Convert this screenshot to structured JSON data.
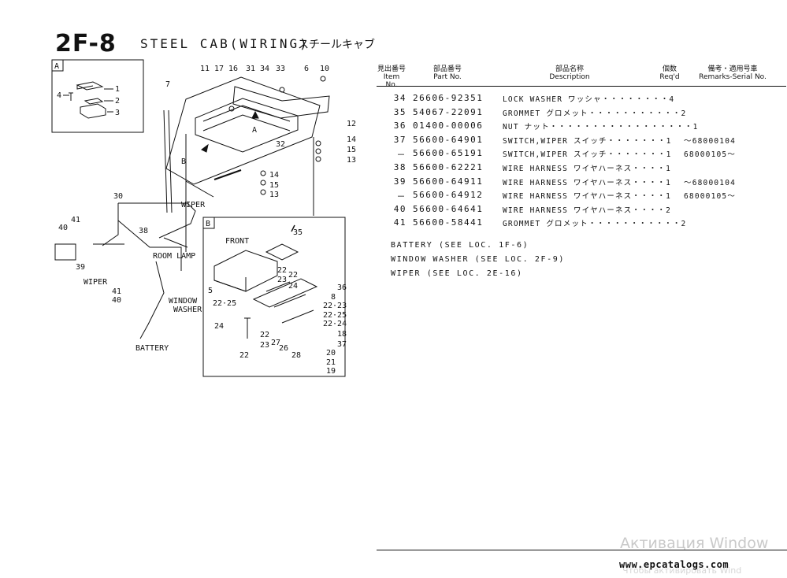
{
  "page": {
    "code": "2F-8",
    "title": "STEEL CAB(WIRING)",
    "title_jp": "スチールキャブ"
  },
  "table": {
    "headers": {
      "item_jp": "見出番号",
      "item": "Item No.",
      "part_jp": "部品番号",
      "part": "Part No.",
      "desc_jp": "部品名称",
      "desc": "Description",
      "req_jp": "個数",
      "req": "Req'd",
      "rem_jp": "備考・適用号車",
      "rem": "Remarks-Serial No."
    },
    "rows": [
      {
        "item": "34",
        "part": "26606-92351",
        "desc": "LOCK WASHER ワッシャ・・・・・・・・4",
        "remarks": ""
      },
      {
        "item": "35",
        "part": "54067-22091",
        "desc": "GROMMET グロメット・・・・・・・・・・・2",
        "remarks": ""
      },
      {
        "item": "36",
        "part": "01400-00006",
        "desc": "NUT ナット・・・・・・・・・・・・・・・・・1",
        "remarks": ""
      },
      {
        "item": "37",
        "part": "56600-64901",
        "desc": "SWITCH,WIPER スイッチ・・・・・・・1",
        "remarks": "～68000104"
      },
      {
        "item": "－",
        "part": "56600-65191",
        "desc": "SWITCH,WIPER スイッチ・・・・・・・1",
        "remarks": "68000105～"
      },
      {
        "item": "38",
        "part": "56600-62221",
        "desc": "WIRE HARNESS ワイヤハーネス・・・・1",
        "remarks": ""
      },
      {
        "item": "39",
        "part": "56600-64911",
        "desc": "WIRE HARNESS ワイヤハーネス・・・・1",
        "remarks": "～68000104"
      },
      {
        "item": "－",
        "part": "56600-64912",
        "desc": "WIRE HARNESS ワイヤハーネス・・・・1",
        "remarks": "68000105～"
      },
      {
        "item": "40",
        "part": "56600-64641",
        "desc": "WIRE HARNESS ワイヤハーネス・・・・2",
        "remarks": ""
      },
      {
        "item": "41",
        "part": "56600-58441",
        "desc": "GROMMET グロメット・・・・・・・・・・・2",
        "remarks": ""
      }
    ]
  },
  "notes": [
    "BATTERY (SEE LOC. 1F-6)",
    "WINDOW WASHER (SEE LOC. 2F-9)",
    "WIPER (SEE LOC. 2E-16)"
  ],
  "diagram_labels": {
    "inset_a": "A",
    "inset_b": "B",
    "front": "FRONT",
    "wiper": "WIPER",
    "wiper2": "WIPER",
    "room_lamp": "ROOM LAMP",
    "window_washer_1": "WINDOW",
    "window_washer_2": "WASHER",
    "battery": "BATTERY",
    "callout_b": "B",
    "callout_a": "A",
    "nums": {
      "n1": "1",
      "n2": "2",
      "n3": "3",
      "n4": "4",
      "n5": "5",
      "n7": "7",
      "n6": "6",
      "n10": "10",
      "n11": "11",
      "n17": "17",
      "n16": "16",
      "n31": "31",
      "n34": "34",
      "n33": "33",
      "n12": "12",
      "n14a": "14",
      "n15a": "15",
      "n13a": "13",
      "n32": "32",
      "n14b": "14",
      "n15b": "15",
      "n13b": "13",
      "n30": "30",
      "n41a": "41",
      "n40a": "40",
      "n38": "38",
      "n39": "39",
      "n41b": "41",
      "n40b": "40",
      "n35": "35",
      "n22a": "22",
      "n23a": "23",
      "n22b": "22",
      "n24a": "24",
      "n36": "36",
      "n8": "8",
      "n2223": "22·23",
      "n2225a": "22·25",
      "n2225b": "22·25",
      "n2224": "22·24",
      "n18": "18",
      "n37": "37",
      "n20": "20",
      "n21": "21",
      "n19": "19",
      "n24b": "24",
      "n22c": "22",
      "n23b": "23",
      "n27": "27",
      "n26": "26",
      "n28": "28",
      "n22d": "22"
    }
  },
  "footer": {
    "url": "www.epcatalogs.com",
    "watermark": "Активация Window",
    "watermark2": "Чтобы активировать Wind"
  }
}
